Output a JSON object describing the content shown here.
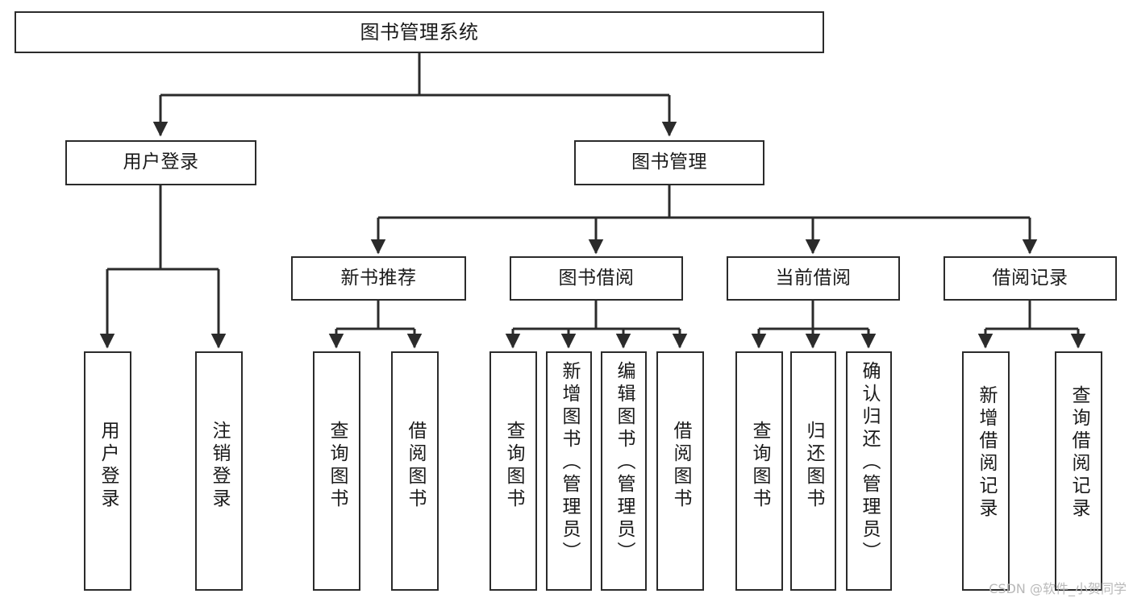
{
  "diagram": {
    "type": "tree",
    "title": "图书管理系统",
    "orientation": "top-down",
    "colors": {
      "node_border": "#2b2b2b",
      "node_fill": "#ffffff",
      "connector": "#2b2b2b",
      "text": "#1a1a1a",
      "background": "#ffffff",
      "watermark": "#b9b9b9"
    },
    "nodes": {
      "root": {
        "label": "图书管理系统"
      },
      "level2": [
        {
          "id": "user-login",
          "label": "用户登录"
        },
        {
          "id": "book-manage",
          "label": "图书管理"
        }
      ],
      "level3": [
        {
          "id": "new-book-recommend",
          "label": "新书推荐"
        },
        {
          "id": "book-borrow",
          "label": "图书借阅"
        },
        {
          "id": "current-borrow",
          "label": "当前借阅"
        },
        {
          "id": "borrow-record",
          "label": "借阅记录"
        }
      ],
      "leaves": [
        {
          "id": "leaf-user-login",
          "label": "用户登录",
          "parent": "user-login"
        },
        {
          "id": "leaf-logout-login",
          "label": "注销登录",
          "parent": "user-login"
        },
        {
          "id": "leaf-query-book-1",
          "label": "查询图书",
          "parent": "new-book-recommend"
        },
        {
          "id": "leaf-borrow-book-1",
          "label": "借阅图书",
          "parent": "new-book-recommend"
        },
        {
          "id": "leaf-query-book-2",
          "label": "查询图书",
          "parent": "book-borrow"
        },
        {
          "id": "leaf-add-book",
          "label": "新增图书（管理员）",
          "parent": "book-borrow"
        },
        {
          "id": "leaf-edit-book",
          "label": "编辑图书（管理员）",
          "parent": "book-borrow"
        },
        {
          "id": "leaf-borrow-book-2",
          "label": "借阅图书",
          "parent": "book-borrow"
        },
        {
          "id": "leaf-query-book-3",
          "label": "查询图书",
          "parent": "current-borrow"
        },
        {
          "id": "leaf-return-book",
          "label": "归还图书",
          "parent": "current-borrow"
        },
        {
          "id": "leaf-confirm-return",
          "label": "确认归还（管理员）",
          "parent": "current-borrow"
        },
        {
          "id": "leaf-add-record",
          "label": "新增借阅记录",
          "parent": "borrow-record"
        },
        {
          "id": "leaf-query-record",
          "label": "查询借阅记录",
          "parent": "borrow-record"
        }
      ]
    }
  },
  "watermark": {
    "text": "CSDN @软件_小贺同学"
  }
}
